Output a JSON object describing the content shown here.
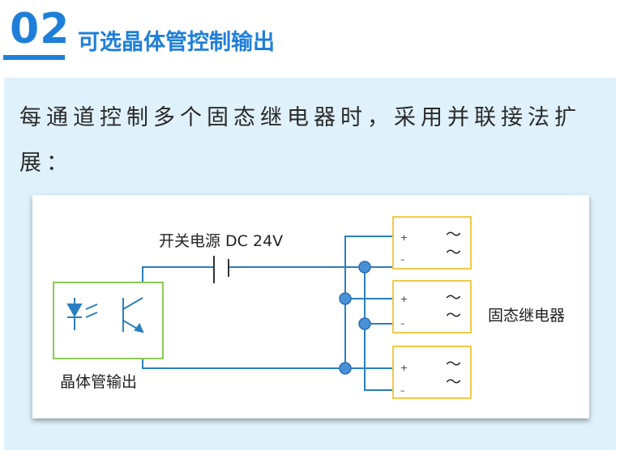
{
  "header": {
    "number": "02",
    "title": "可选晶体管控制输出"
  },
  "intro_text": "每通道控制多个固态继电器时，采用并联接法扩展：",
  "diagram": {
    "power_label": "开关电源 DC 24V",
    "relay_label": "固态继电器",
    "transistor_label": "晶体管输出",
    "plus_sign": "+",
    "minus_sign": "–",
    "ac_symbol": "～",
    "colors": {
      "wire": "#2a7fc0",
      "junction": "#4a90d9",
      "relay_border": "#f2c84b",
      "output_border": "#8dc85a",
      "accent": "#1f7fd8"
    }
  }
}
